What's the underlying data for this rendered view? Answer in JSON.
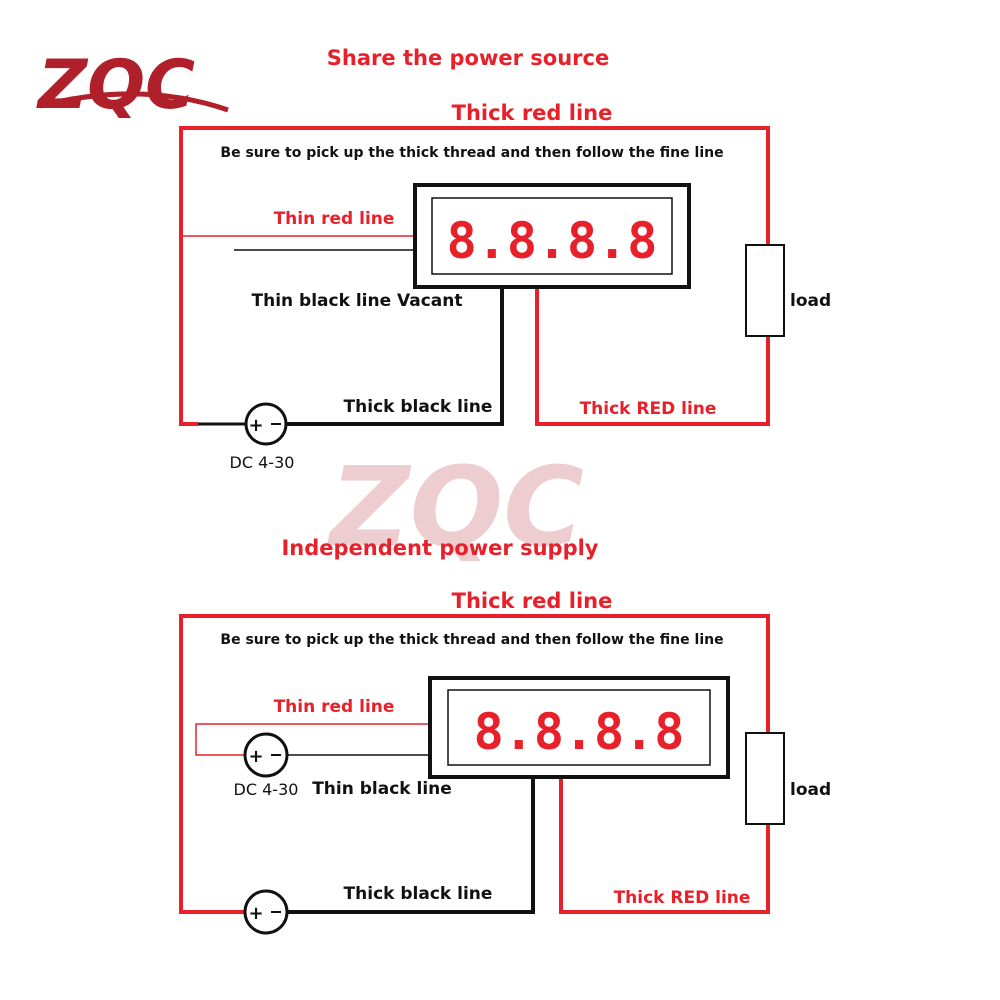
{
  "logo": {
    "text": "ZQC"
  },
  "watermark": {
    "text": "ZQC"
  },
  "colors": {
    "red": "#e8202a",
    "black": "#111111",
    "logo_red": "#b0202a",
    "logo_blue": "#3f7fc8"
  },
  "top": {
    "title": "Share the power source",
    "thick_red_top": "Thick red line",
    "instruction": "Be sure to pick up the thick thread and then follow the fine line",
    "thin_red": "Thin red line",
    "thin_black": "Thin black line Vacant",
    "thick_black": "Thick black line",
    "thick_red_bottom": "Thick RED line",
    "load": "load",
    "source": "DC 4-30",
    "display": "8.8.8.8"
  },
  "bottom": {
    "title": "Independent power supply",
    "thick_red_top": "Thick red line",
    "instruction": "Be sure to pick up the thick thread and then follow the fine line",
    "thin_red": "Thin red line",
    "thin_black": "Thin black line",
    "thick_black": "Thick black line",
    "thick_red_bottom": "Thick RED line",
    "load": "load",
    "source": "DC 4-30",
    "display": "8.8.8.8"
  }
}
